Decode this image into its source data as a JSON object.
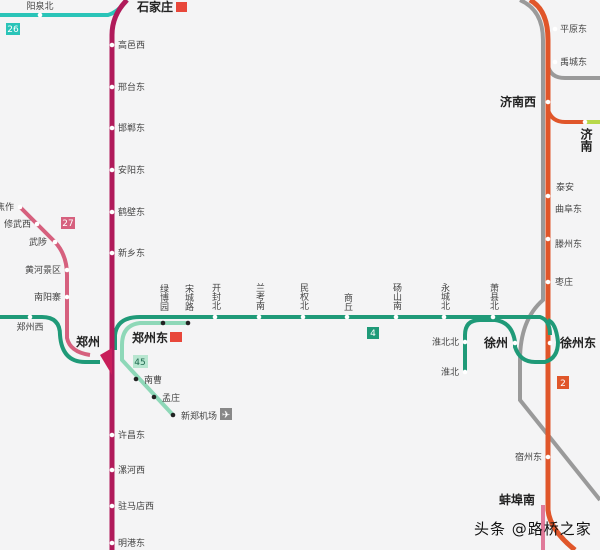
{
  "colors": {
    "line_purple": "#b01a5a",
    "line_teal": "#2ac4b8",
    "line_pink": "#d6607e",
    "line_green": "#1f9a78",
    "line_lightgreen": "#8ed8b8",
    "line_orange": "#e0562a",
    "line_gray": "#9a9a9a",
    "hub_badge": "#e8473a"
  },
  "lines": {
    "l26": "26",
    "l27": "27",
    "l4": "4",
    "l45": "45",
    "l2": "2"
  },
  "stations": {
    "yangquanbei": "阳泉北",
    "shijiazhuang": "石家庄",
    "gaoyixi": "高邑西",
    "xingtaidong": "邢台东",
    "handandong": "邯郸东",
    "anyangdong": "安阳东",
    "hebidong": "鹤壁东",
    "xinxiangdong": "新乡东",
    "jiaozuo": "焦作",
    "xiuwuxi": "修武西",
    "wuzhi": "武陟",
    "huanghejingqu": "黄河景区",
    "nanyangzhai": "南阳寨",
    "zhengzhouxi": "郑州西",
    "zhengzhou": "郑州",
    "zhengzhoudong": "郑州东",
    "lvboyuan": "绿博园",
    "songchenglu": "宋城路",
    "kaifengbei": "开封北",
    "lankaonan": "兰考南",
    "minquanbei": "民权北",
    "shangqiu": "商丘",
    "dangshannan": "砀山南",
    "yongchengbei": "永城北",
    "xiaoxianbei": "萧县北",
    "huaibeibei": "淮北北",
    "huaibei": "淮北",
    "xuzhou": "徐州",
    "xuzhoudong": "徐州东",
    "nancao": "南曹",
    "mengzhuang": "孟庄",
    "xinzhengjichang": "新郑机场",
    "xuchangdong": "许昌东",
    "luohexi": "漯河西",
    "zhumadianxi": "驻马店西",
    "minggangdong": "明港东",
    "pingyuandong": "平原东",
    "yuchengdong": "禹城东",
    "jinanxi": "济南西",
    "jinan": "济南",
    "taian": "泰安",
    "qufudong": "曲阜东",
    "tengzhoudong": "滕州东",
    "zaozhuang": "枣庄",
    "suzhoudong": "宿州东",
    "bengbunan": "蚌埠南"
  },
  "icons": [
    "airport-icon",
    "hub-badge-icon"
  ],
  "watermark": "头条 @路桥之家"
}
